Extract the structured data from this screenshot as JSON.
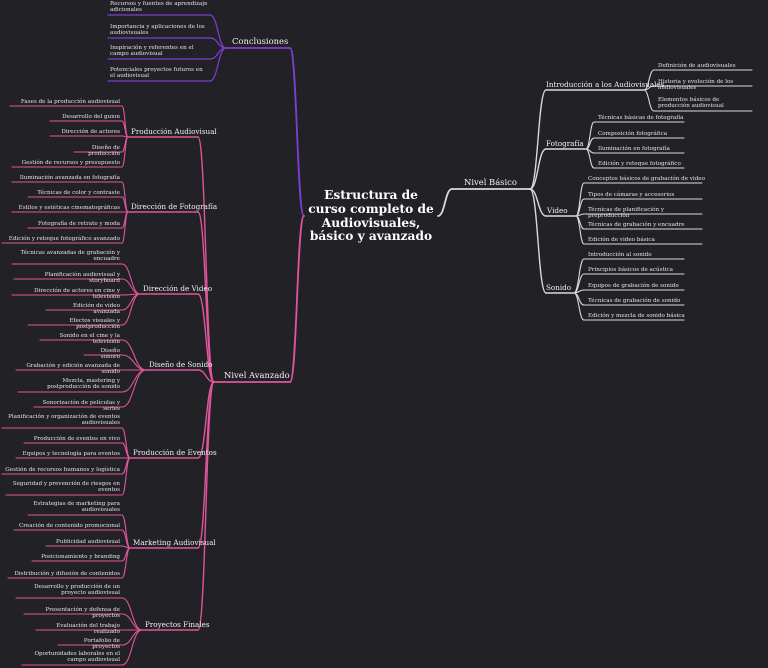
{
  "root": "Estructura de curso completo de Audiovisuales, básico y avanzado",
  "colors": {
    "background": "#222226",
    "basico": "#d9d9dc",
    "avanzado": "#e0559b",
    "conclusiones": "#7c3fd4"
  },
  "basico": {
    "label": "Nivel Básico",
    "groups": [
      {
        "label": "Introducción a los Audiovisuales",
        "items": [
          "Definición de audiovisuales",
          "Historia y evolución de los audiovisuales",
          "Elementos básicos de producción audiovisual"
        ]
      },
      {
        "label": "Fotografía",
        "items": [
          "Técnicas básicas de fotografía",
          "Composición fotográfica",
          "Iluminación en fotografía",
          "Edición y retoque fotográfico"
        ]
      },
      {
        "label": "Video",
        "items": [
          "Conceptos básicos de grabación de video",
          "Tipos de cámaras y accesorios",
          "Técnicas de planificación y preproducción",
          "Técnicas de grabación y encuadre",
          "Edición de video básica"
        ]
      },
      {
        "label": "Sonido",
        "items": [
          "Introducción al sonido",
          "Principios básicos de acústica",
          "Equipos de grabación de sonido",
          "Técnicas de grabación de sonido",
          "Edición y mezcla de sonido básica"
        ]
      }
    ]
  },
  "avanzado": {
    "label": "Nivel Avanzado",
    "groups": [
      {
        "label": "Producción Audiovisual",
        "items": [
          "Fases de la producción audiovisual",
          "Desarrollo del guion",
          "Dirección de actores",
          "Diseño de producción",
          "Gestión de recursos y presupuesto"
        ]
      },
      {
        "label": "Dirección de Fotografía",
        "items": [
          "Iluminación avanzada en fotografía",
          "Técnicas de color y contraste",
          "Estilos y estéticas cinematográficas",
          "Fotografía de retrato y moda",
          "Edición y retoque fotográfico avanzado"
        ]
      },
      {
        "label": "Dirección de Video",
        "items": [
          "Técnicas avanzadas de grabación y encuadre",
          "Planificación audiovisual y storyboard",
          "Dirección de actores en cine y televisión",
          "Edición de video avanzada",
          "Efectos visuales y postproducción"
        ]
      },
      {
        "label": "Diseño de Sonido",
        "items": [
          "Sonido en el cine y la televisión",
          "Diseño sonoro",
          "Grabación y edición avanzada de sonido",
          "Mezcla, mastering y postproducción de sonido",
          "Sonorización de películas y series"
        ]
      },
      {
        "label": "Producción de Eventos",
        "items": [
          "Planificación y organización de eventos audiovisuales",
          "Producción de eventos en vivo",
          "Equipos y tecnología para eventos",
          "Gestión de recursos humanos y logística",
          "Seguridad y prevención de riesgos en eventos"
        ]
      },
      {
        "label": "Marketing Audiovisual",
        "items": [
          "Estrategias de marketing para audiovisuales",
          "Creación de contenido promocional",
          "Publicidad audiovisual",
          "Posicionamiento y branding",
          "Distribución y difusión de contenidos"
        ]
      },
      {
        "label": "Proyectos Finales",
        "items": [
          "Desarrollo y producción de un proyecto audiovisual",
          "Presentación y defensa de proyectos",
          "Evaluación del trabajo realizado",
          "Portafolio de proyectos",
          "Oportunidades laborales en el campo audiovisual"
        ]
      }
    ]
  },
  "conclusiones": {
    "label": "Conclusiones",
    "items": [
      "Recursos y fuentes de aprendizaje adicionales",
      "Importancia y aplicaciones de los audiovisuales",
      "Inspiración y referentes en el campo audiovisual",
      "Potenciales proyectos futuros en el audiovisual"
    ]
  }
}
